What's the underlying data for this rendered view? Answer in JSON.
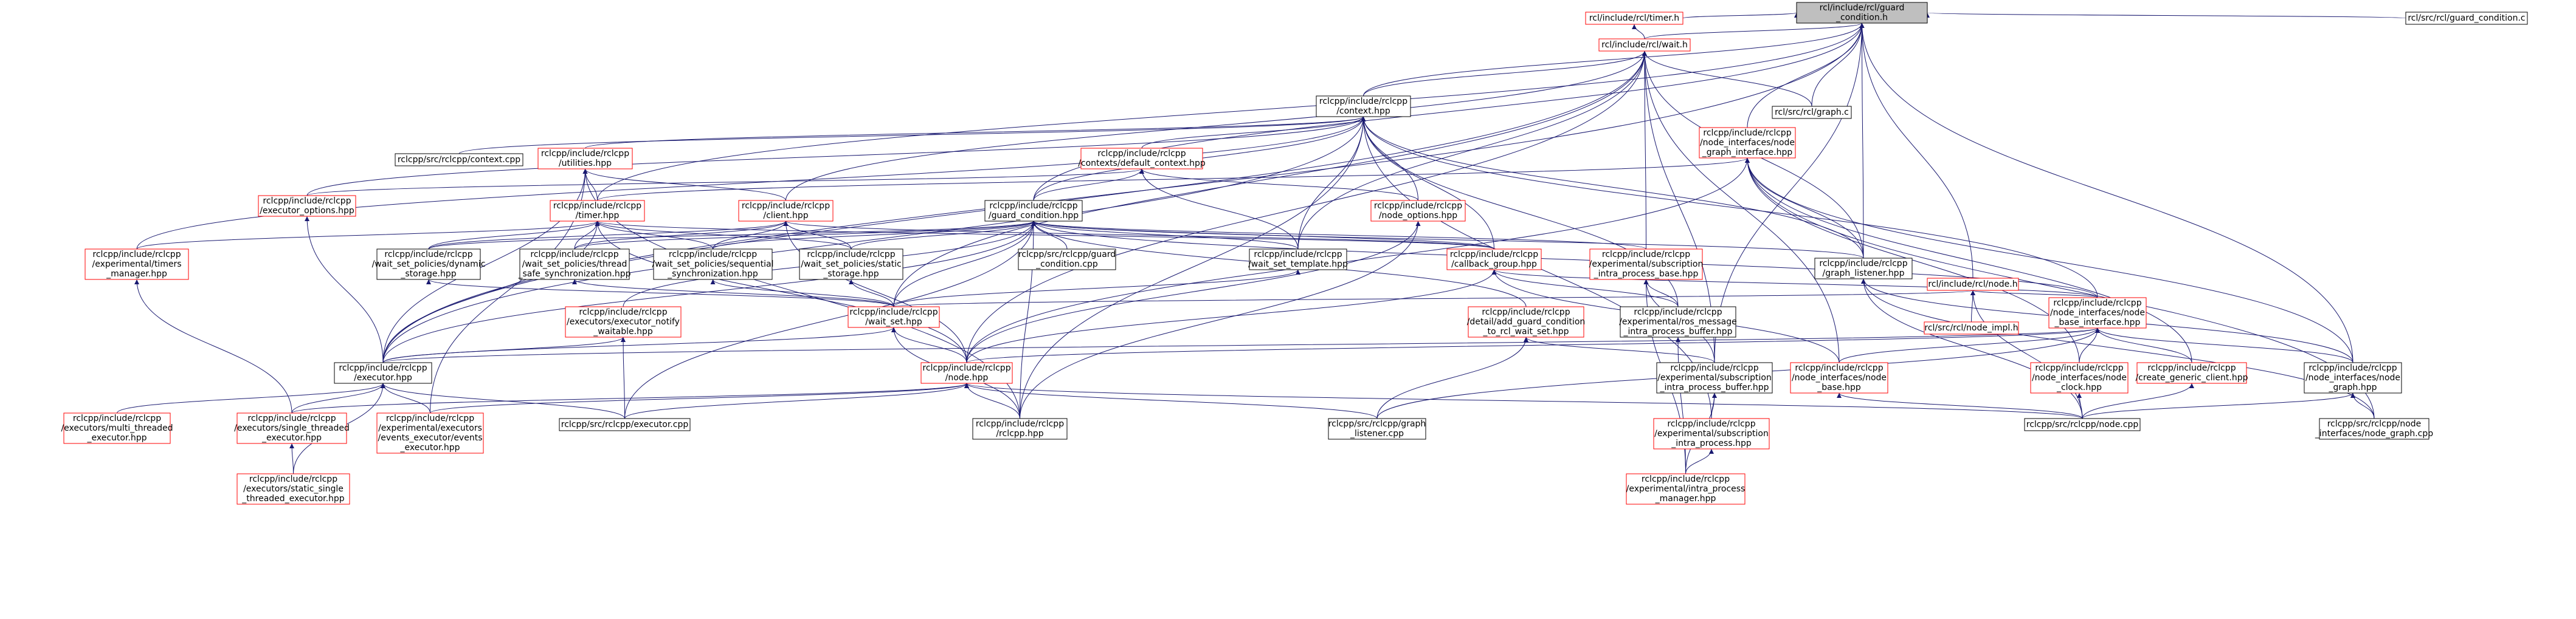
{
  "colors": {
    "edge": "#191970",
    "red_border": "#ff0000",
    "black_border": "#000000",
    "root_fill": "#bfbfbf",
    "node_fill": "#ffffff",
    "text": "#000000"
  },
  "nodes": [
    {
      "id": "root",
      "lines": [
        "rcl/include/rcl/guard",
        "_condition.h"
      ],
      "style": "root"
    },
    {
      "id": "timer_h",
      "lines": [
        "rcl/include/rcl/timer.h"
      ],
      "style": "red"
    },
    {
      "id": "wait_h",
      "lines": [
        "rcl/include/rcl/wait.h"
      ],
      "style": "red"
    },
    {
      "id": "guard_c",
      "lines": [
        "rcl/src/rcl/guard_condition.c"
      ],
      "style": "black"
    },
    {
      "id": "ni_graph_if",
      "lines": [
        "rclcpp/include/rclcpp",
        "/node_interfaces/node",
        "_graph_interface.hpp"
      ],
      "style": "red"
    },
    {
      "id": "context",
      "lines": [
        "rclcpp/include/rclcpp",
        "/context.hpp"
      ],
      "style": "black"
    },
    {
      "id": "graph_c",
      "lines": [
        "rcl/src/rcl/graph.c"
      ],
      "style": "black"
    },
    {
      "id": "context_cpp",
      "lines": [
        "rclcpp/src/rclcpp/context.cpp"
      ],
      "style": "black"
    },
    {
      "id": "utilities",
      "lines": [
        "rclcpp/include/rclcpp",
        "/utilities.hpp"
      ],
      "style": "red"
    },
    {
      "id": "default_context",
      "lines": [
        "rclcpp/include/rclcpp",
        "/contexts/default_context.hpp"
      ],
      "style": "red"
    },
    {
      "id": "executor_options",
      "lines": [
        "rclcpp/include/rclcpp",
        "/executor_options.hpp"
      ],
      "style": "red"
    },
    {
      "id": "timer_hpp",
      "lines": [
        "rclcpp/include/rclcpp",
        "/timer.hpp"
      ],
      "style": "red"
    },
    {
      "id": "client_hpp",
      "lines": [
        "rclcpp/include/rclcpp",
        "/client.hpp"
      ],
      "style": "red"
    },
    {
      "id": "guard_hpp",
      "lines": [
        "rclcpp/include/rclcpp",
        "/guard_condition.hpp"
      ],
      "style": "black"
    },
    {
      "id": "node_options",
      "lines": [
        "rclcpp/include/rclcpp",
        "/node_options.hpp"
      ],
      "style": "red"
    },
    {
      "id": "graph_listener",
      "lines": [
        "rclcpp/include/rclcpp",
        "/graph_listener.hpp"
      ],
      "style": "black"
    },
    {
      "id": "exp_timers_mgr",
      "lines": [
        "rclcpp/include/rclcpp",
        "/experimental/timers",
        "_manager.hpp"
      ],
      "style": "red"
    },
    {
      "id": "wp_dynamic",
      "lines": [
        "rclcpp/include/rclcpp",
        "/wait_set_policies/dynamic",
        "_storage.hpp"
      ],
      "style": "black"
    },
    {
      "id": "wp_thread_safe",
      "lines": [
        "rclcpp/include/rclcpp",
        "/wait_set_policies/thread",
        "_safe_synchronization.hpp"
      ],
      "style": "black"
    },
    {
      "id": "wp_sequential",
      "lines": [
        "rclcpp/include/rclcpp",
        "/wait_set_policies/sequential",
        "_synchronization.hpp"
      ],
      "style": "black"
    },
    {
      "id": "wp_static",
      "lines": [
        "rclcpp/include/rclcpp",
        "/wait_set_policies/static",
        "_storage.hpp"
      ],
      "style": "black"
    },
    {
      "id": "guard_cpp",
      "lines": [
        "rclcpp/src/rclcpp/guard",
        "_condition.cpp"
      ],
      "style": "black"
    },
    {
      "id": "wait_set_template",
      "lines": [
        "rclcpp/include/rclcpp",
        "/wait_set_template.hpp"
      ],
      "style": "black"
    },
    {
      "id": "callback_group",
      "lines": [
        "rclcpp/include/rclcpp",
        "/callback_group.hpp"
      ],
      "style": "red"
    },
    {
      "id": "exp_sub_ipb",
      "lines": [
        "rclcpp/include/rclcpp",
        "/experimental/subscription",
        "_intra_process_base.hpp"
      ],
      "style": "red"
    },
    {
      "id": "node_h",
      "lines": [
        "rcl/include/rcl/node.h"
      ],
      "style": "red"
    },
    {
      "id": "exec_notify",
      "lines": [
        "rclcpp/include/rclcpp",
        "/executors/executor_notify",
        "_waitable.hpp"
      ],
      "style": "red"
    },
    {
      "id": "wait_set",
      "lines": [
        "rclcpp/include/rclcpp",
        "/wait_set.hpp"
      ],
      "style": "red"
    },
    {
      "id": "add_guard",
      "lines": [
        "rclcpp/include/rclcpp",
        "/detail/add_guard_condition",
        "_to_rcl_wait_set.hpp"
      ],
      "style": "red"
    },
    {
      "id": "ros_msg_ipb",
      "lines": [
        "rclcpp/include/rclcpp",
        "/experimental/ros_message",
        "_intra_process_buffer.hpp"
      ],
      "style": "black"
    },
    {
      "id": "node_impl",
      "lines": [
        "rcl/src/rcl/node_impl.h"
      ],
      "style": "red"
    },
    {
      "id": "ni_base_if",
      "lines": [
        "rclcpp/include/rclcpp",
        "/node_interfaces/node",
        "_base_interface.hpp"
      ],
      "style": "red"
    },
    {
      "id": "executor",
      "lines": [
        "rclcpp/include/rclcpp",
        "/executor.hpp"
      ],
      "style": "black"
    },
    {
      "id": "node_hpp",
      "lines": [
        "rclcpp/include/rclcpp",
        "/node.hpp"
      ],
      "style": "red"
    },
    {
      "id": "exp_sub_ip_buffer",
      "lines": [
        "rclcpp/include/rclcpp",
        "/experimental/subscription",
        "_intra_process_buffer.hpp"
      ],
      "style": "black"
    },
    {
      "id": "ni_node_base",
      "lines": [
        "rclcpp/include/rclcpp",
        "/node_interfaces/node",
        "_base.hpp"
      ],
      "style": "red"
    },
    {
      "id": "ni_node_clock",
      "lines": [
        "rclcpp/include/rclcpp",
        "/node_interfaces/node",
        "_clock.hpp"
      ],
      "style": "red"
    },
    {
      "id": "create_generic_client",
      "lines": [
        "rclcpp/include/rclcpp",
        "/create_generic_client.hpp"
      ],
      "style": "red"
    },
    {
      "id": "ni_node_graph",
      "lines": [
        "rclcpp/include/rclcpp",
        "/node_interfaces/node",
        "_graph.hpp"
      ],
      "style": "black"
    },
    {
      "id": "multi_threaded",
      "lines": [
        "rclcpp/include/rclcpp",
        "/executors/multi_threaded",
        "_executor.hpp"
      ],
      "style": "red"
    },
    {
      "id": "single_threaded",
      "lines": [
        "rclcpp/include/rclcpp",
        "/executors/single_threaded",
        "_executor.hpp"
      ],
      "style": "red"
    },
    {
      "id": "events_executor",
      "lines": [
        "rclcpp/include/rclcpp",
        "/experimental/executors",
        "/events_executor/events",
        "_executor.hpp"
      ],
      "style": "red"
    },
    {
      "id": "executor_cpp",
      "lines": [
        "rclcpp/src/rclcpp/executor.cpp"
      ],
      "style": "black"
    },
    {
      "id": "rclcpp_hpp",
      "lines": [
        "rclcpp/include/rclcpp",
        "/rclcpp.hpp"
      ],
      "style": "black"
    },
    {
      "id": "graph_listener_cpp",
      "lines": [
        "rclcpp/src/rclcpp/graph",
        "_listener.cpp"
      ],
      "style": "black"
    },
    {
      "id": "exp_sub_ip",
      "lines": [
        "rclcpp/include/rclcpp",
        "/experimental/subscription",
        "_intra_process.hpp"
      ],
      "style": "red"
    },
    {
      "id": "node_cpp",
      "lines": [
        "rclcpp/src/rclcpp/node.cpp"
      ],
      "style": "black"
    },
    {
      "id": "node_graph_cpp",
      "lines": [
        "rclcpp/src/rclcpp/node",
        "_interfaces/node_graph.cpp"
      ],
      "style": "black"
    },
    {
      "id": "static_single",
      "lines": [
        "rclcpp/include/rclcpp",
        "/executors/static_single",
        "_threaded_executor.hpp"
      ],
      "style": "red"
    },
    {
      "id": "intra_process_mgr",
      "lines": [
        "rclcpp/include/rclcpp",
        "/experimental/intra_process",
        "_manager.hpp"
      ],
      "style": "red"
    }
  ],
  "edges": [
    [
      "timer_h",
      "root"
    ],
    [
      "wait_h",
      "root"
    ],
    [
      "guard_c",
      "root"
    ],
    [
      "ni_graph_if",
      "root"
    ],
    [
      "context",
      "root"
    ],
    [
      "graph_c",
      "root"
    ],
    [
      "guard_hpp",
      "root"
    ],
    [
      "graph_listener",
      "root"
    ],
    [
      "node_h",
      "root"
    ],
    [
      "executor",
      "root"
    ],
    [
      "exp_sub_ip_buffer",
      "root"
    ],
    [
      "ni_node_graph",
      "root"
    ],
    [
      "timer_hpp",
      "root"
    ],
    [
      "wait_h",
      "timer_h"
    ],
    [
      "context",
      "wait_h"
    ],
    [
      "graph_c",
      "wait_h"
    ],
    [
      "graph_listener",
      "wait_h"
    ],
    [
      "client_hpp",
      "wait_h"
    ],
    [
      "exp_sub_ipb",
      "wait_h"
    ],
    [
      "wait_set",
      "wait_h"
    ],
    [
      "node_hpp",
      "wait_h"
    ],
    [
      "ni_node_base",
      "wait_h"
    ],
    [
      "executor",
      "wait_h"
    ],
    [
      "exp_sub_ip_buffer",
      "wait_h"
    ],
    [
      "wait_set_template",
      "wait_h"
    ],
    [
      "context_cpp",
      "context"
    ],
    [
      "utilities",
      "context"
    ],
    [
      "default_context",
      "context"
    ],
    [
      "executor_options",
      "context"
    ],
    [
      "guard_hpp",
      "context"
    ],
    [
      "node_options",
      "context"
    ],
    [
      "exp_timers_mgr",
      "context"
    ],
    [
      "callback_group",
      "context"
    ],
    [
      "ros_msg_ipb",
      "context"
    ],
    [
      "ni_base_if",
      "context"
    ],
    [
      "executor",
      "context"
    ],
    [
      "rclcpp_hpp",
      "context"
    ],
    [
      "exp_sub_ip",
      "context"
    ],
    [
      "graph_listener",
      "context"
    ],
    [
      "wait_set_template",
      "context"
    ],
    [
      "timer_hpp",
      "utilities"
    ],
    [
      "client_hpp",
      "utilities"
    ],
    [
      "executor",
      "utilities"
    ],
    [
      "events_executor",
      "utilities"
    ],
    [
      "rclcpp_hpp",
      "utilities"
    ],
    [
      "guard_hpp",
      "default_context"
    ],
    [
      "node_options",
      "default_context"
    ],
    [
      "executor_options",
      "default_context"
    ],
    [
      "wait_set_template",
      "default_context"
    ],
    [
      "executor",
      "executor_options"
    ],
    [
      "exp_timers_mgr",
      "timer_hpp"
    ],
    [
      "wp_dynamic",
      "timer_hpp"
    ],
    [
      "wp_thread_safe",
      "timer_hpp"
    ],
    [
      "wp_sequential",
      "timer_hpp"
    ],
    [
      "wp_static",
      "timer_hpp"
    ],
    [
      "callback_group",
      "timer_hpp"
    ],
    [
      "executor",
      "timer_hpp"
    ],
    [
      "node_hpp",
      "timer_hpp"
    ],
    [
      "wp_dynamic",
      "client_hpp"
    ],
    [
      "wp_thread_safe",
      "client_hpp"
    ],
    [
      "wp_sequential",
      "client_hpp"
    ],
    [
      "wp_static",
      "client_hpp"
    ],
    [
      "callback_group",
      "client_hpp"
    ],
    [
      "node_hpp",
      "client_hpp"
    ],
    [
      "guard_cpp",
      "guard_hpp"
    ],
    [
      "wait_set_template",
      "guard_hpp"
    ],
    [
      "callback_group",
      "guard_hpp"
    ],
    [
      "exp_sub_ipb",
      "guard_hpp"
    ],
    [
      "add_guard",
      "guard_hpp"
    ],
    [
      "wait_set",
      "guard_hpp"
    ],
    [
      "exec_notify",
      "guard_hpp"
    ],
    [
      "executor",
      "guard_hpp"
    ],
    [
      "wp_dynamic",
      "guard_hpp"
    ],
    [
      "wp_thread_safe",
      "guard_hpp"
    ],
    [
      "wp_sequential",
      "guard_hpp"
    ],
    [
      "wp_static",
      "guard_hpp"
    ],
    [
      "graph_listener",
      "guard_hpp"
    ],
    [
      "ni_base_if",
      "guard_hpp"
    ],
    [
      "executor_cpp",
      "guard_hpp"
    ],
    [
      "rclcpp_hpp",
      "guard_hpp"
    ],
    [
      "node_hpp",
      "node_options"
    ],
    [
      "rclcpp_hpp",
      "node_options"
    ],
    [
      "ni_node_graph",
      "graph_listener"
    ],
    [
      "node_cpp",
      "graph_listener"
    ],
    [
      "node_graph_cpp",
      "graph_listener"
    ],
    [
      "single_threaded",
      "exp_timers_mgr"
    ],
    [
      "wait_set",
      "wp_dynamic"
    ],
    [
      "wait_set",
      "wp_thread_safe"
    ],
    [
      "wait_set",
      "wp_sequential"
    ],
    [
      "wait_set",
      "wp_static"
    ],
    [
      "wait_set",
      "wait_set_template"
    ],
    [
      "node_hpp",
      "callback_group"
    ],
    [
      "ni_base_if",
      "callback_group"
    ],
    [
      "ros_msg_ipb",
      "callback_group"
    ],
    [
      "ni_node_base",
      "callback_group"
    ],
    [
      "exp_sub_ip_buffer",
      "exp_sub_ipb"
    ],
    [
      "intra_process_mgr",
      "exp_sub_ipb"
    ],
    [
      "ros_msg_ipb",
      "exp_sub_ipb"
    ],
    [
      "node_impl",
      "node_h"
    ],
    [
      "ni_base_if",
      "node_h"
    ],
    [
      "node_cpp",
      "node_h"
    ],
    [
      "wait_set",
      "node_h"
    ],
    [
      "executor",
      "exec_notify"
    ],
    [
      "executor_cpp",
      "exec_notify"
    ],
    [
      "executor",
      "wait_set"
    ],
    [
      "rclcpp_hpp",
      "wait_set"
    ],
    [
      "node_hpp",
      "wait_set"
    ],
    [
      "graph_listener_cpp",
      "add_guard"
    ],
    [
      "exp_sub_ip_buffer",
      "add_guard"
    ],
    [
      "intra_process_mgr",
      "ros_msg_ipb"
    ],
    [
      "executor",
      "ni_base_if"
    ],
    [
      "node_hpp",
      "ni_base_if"
    ],
    [
      "ni_node_base",
      "ni_base_if"
    ],
    [
      "ni_node_clock",
      "ni_base_if"
    ],
    [
      "create_generic_client",
      "ni_base_if"
    ],
    [
      "ni_node_graph",
      "ni_base_if"
    ],
    [
      "graph_listener_cpp",
      "ni_base_if"
    ],
    [
      "ni_node_graph",
      "ni_graph_if"
    ],
    [
      "node_graph_cpp",
      "ni_graph_if"
    ],
    [
      "create_generic_client",
      "ni_graph_if"
    ],
    [
      "ni_node_clock",
      "ni_graph_if"
    ],
    [
      "graph_listener",
      "ni_graph_if"
    ],
    [
      "timer_hpp",
      "ni_graph_if"
    ],
    [
      "node_hpp",
      "ni_graph_if"
    ],
    [
      "multi_threaded",
      "executor"
    ],
    [
      "single_threaded",
      "executor"
    ],
    [
      "events_executor",
      "executor"
    ],
    [
      "static_single",
      "executor"
    ],
    [
      "executor_cpp",
      "executor"
    ],
    [
      "rclcpp_hpp",
      "node_hpp"
    ],
    [
      "executor_cpp",
      "node_hpp"
    ],
    [
      "node_cpp",
      "node_hpp"
    ],
    [
      "graph_listener_cpp",
      "node_hpp"
    ],
    [
      "single_threaded",
      "node_hpp"
    ],
    [
      "events_executor",
      "node_hpp"
    ],
    [
      "exp_sub_ip",
      "exp_sub_ip_buffer"
    ],
    [
      "intra_process_mgr",
      "exp_sub_ip_buffer"
    ],
    [
      "intra_process_mgr",
      "exp_sub_ip"
    ],
    [
      "node_cpp",
      "ni_node_base"
    ],
    [
      "node_cpp",
      "ni_node_clock"
    ],
    [
      "node_cpp",
      "create_generic_client"
    ],
    [
      "node_cpp",
      "ni_node_graph"
    ],
    [
      "node_graph_cpp",
      "ni_node_graph"
    ],
    [
      "static_single",
      "single_threaded"
    ]
  ]
}
